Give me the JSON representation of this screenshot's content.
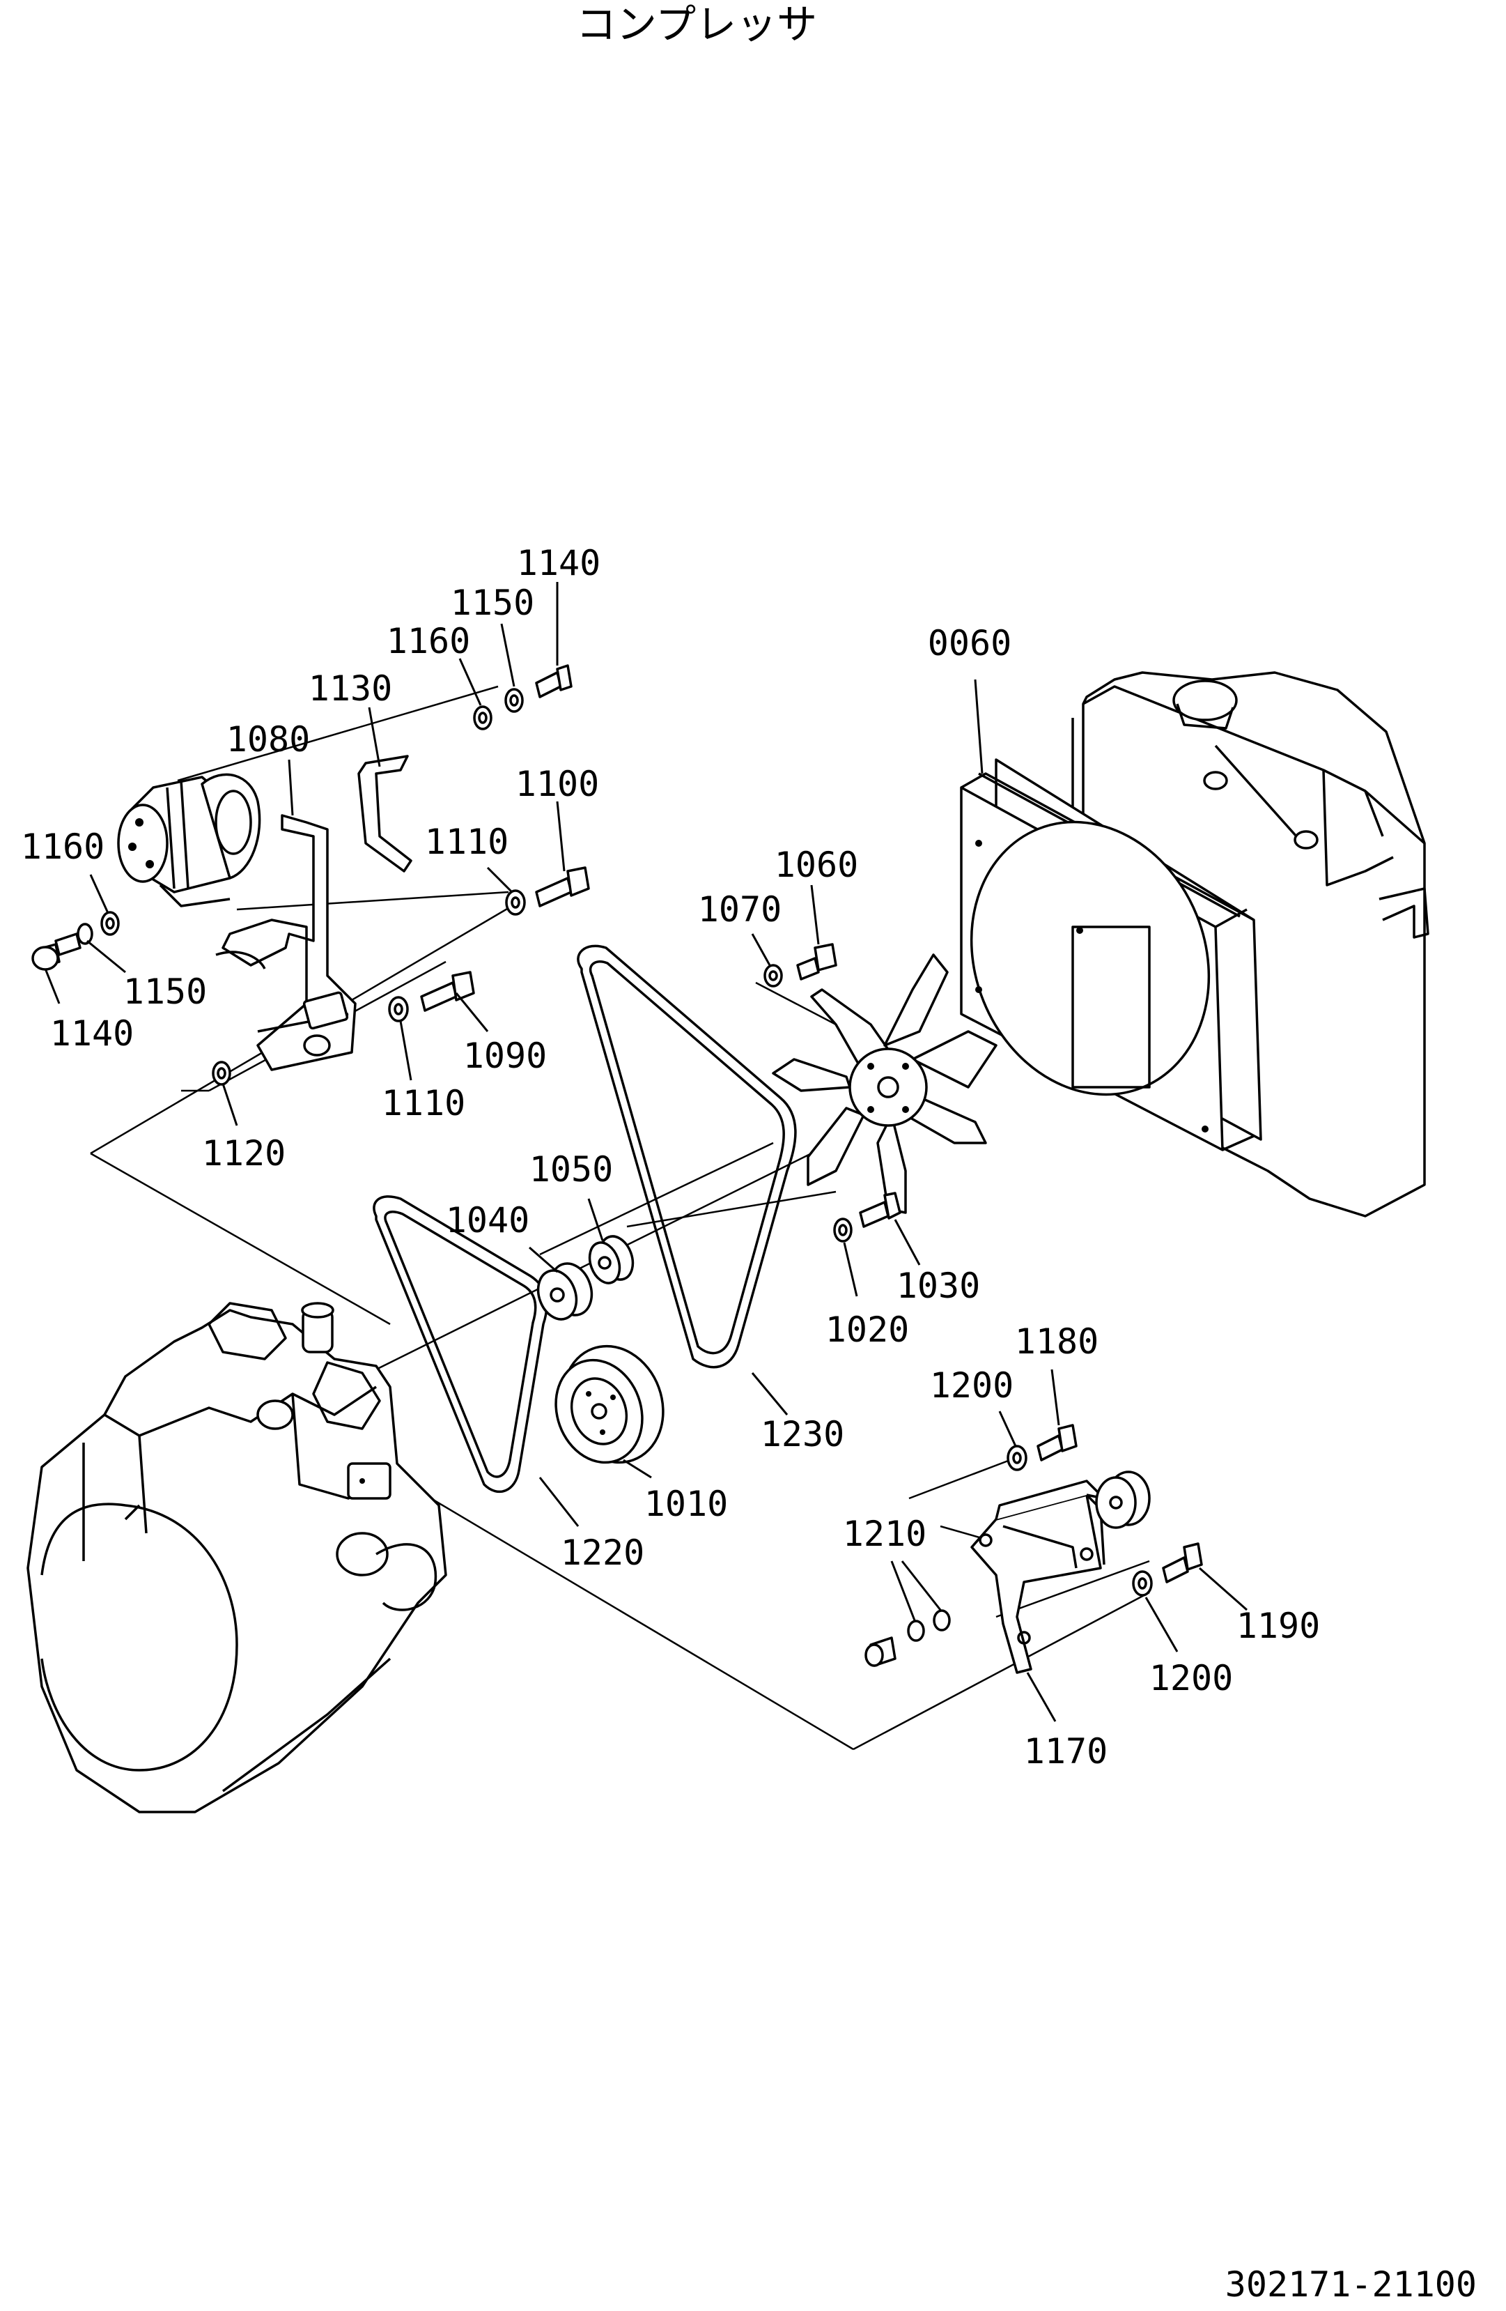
{
  "title": "コンプレッサ",
  "document_number": "302171-21100",
  "part_labels": [
    {
      "key": "1140a",
      "text": "1140"
    },
    {
      "key": "1150a",
      "text": "1150"
    },
    {
      "key": "1160a",
      "text": "1160"
    },
    {
      "key": "1130",
      "text": "1130"
    },
    {
      "key": "1080",
      "text": "1080"
    },
    {
      "key": "1100",
      "text": "1100"
    },
    {
      "key": "1110a",
      "text": "1110"
    },
    {
      "key": "1160b",
      "text": "1160"
    },
    {
      "key": "1150b",
      "text": "1150"
    },
    {
      "key": "1140b",
      "text": "1140"
    },
    {
      "key": "1090",
      "text": "1090"
    },
    {
      "key": "1110b",
      "text": "1110"
    },
    {
      "key": "1120",
      "text": "1120"
    },
    {
      "key": "0060",
      "text": "0060"
    },
    {
      "key": "1060",
      "text": "1060"
    },
    {
      "key": "1070",
      "text": "1070"
    },
    {
      "key": "1050",
      "text": "1050"
    },
    {
      "key": "1040",
      "text": "1040"
    },
    {
      "key": "1030",
      "text": "1030"
    },
    {
      "key": "1020",
      "text": "1020"
    },
    {
      "key": "1230",
      "text": "1230"
    },
    {
      "key": "1010",
      "text": "1010"
    },
    {
      "key": "1220",
      "text": "1220"
    },
    {
      "key": "1180",
      "text": "1180"
    },
    {
      "key": "1200a",
      "text": "1200"
    },
    {
      "key": "1210",
      "text": "1210"
    },
    {
      "key": "1190",
      "text": "1190"
    },
    {
      "key": "1200b",
      "text": "1200"
    },
    {
      "key": "1170",
      "text": "1170"
    }
  ]
}
